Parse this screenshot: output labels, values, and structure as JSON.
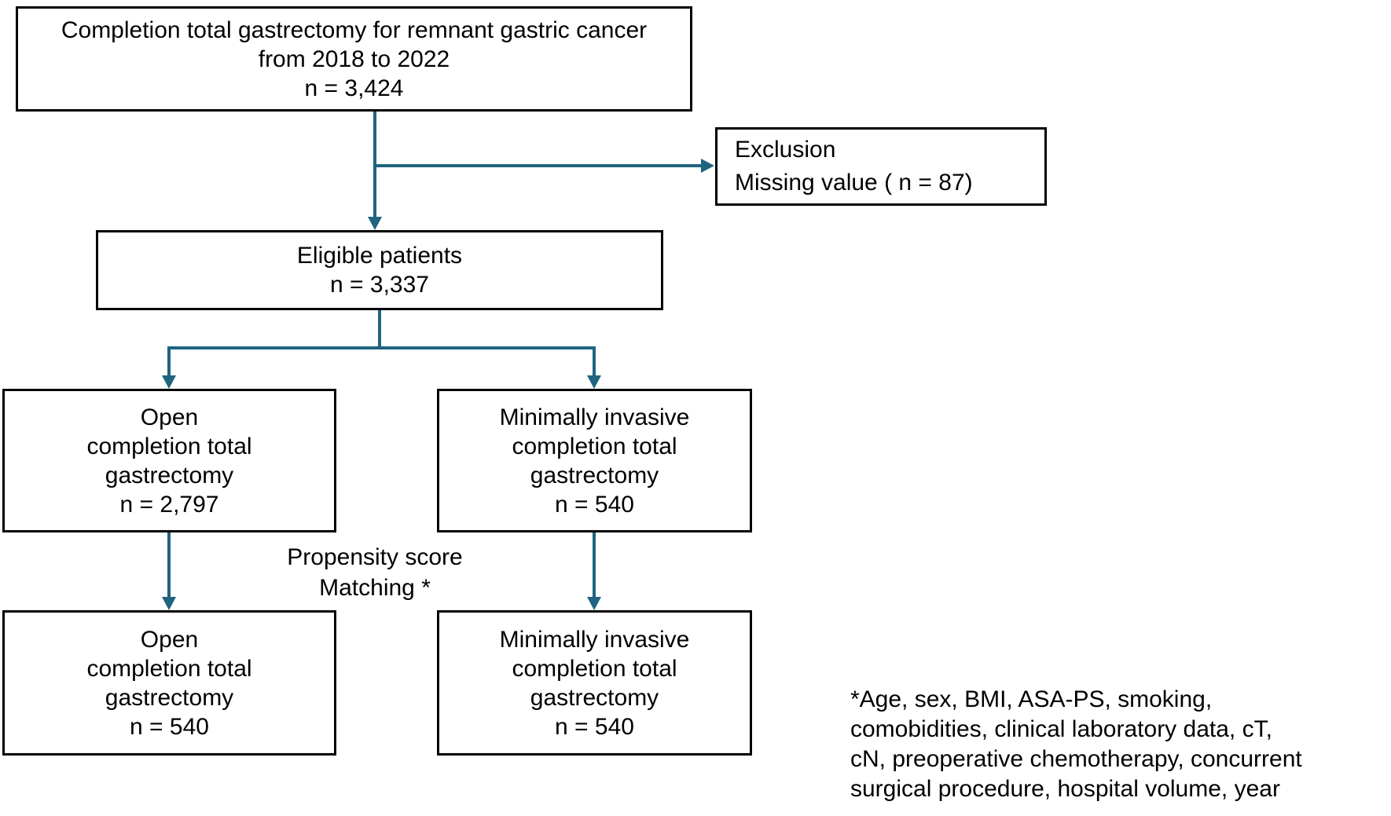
{
  "colors": {
    "arrow": "#1f6480",
    "border": "#000000",
    "background": "#ffffff",
    "text": "#000000"
  },
  "flowchart": {
    "boxes": {
      "source": {
        "line1": "Completion total gastrectomy for remnant gastric cancer",
        "line2": "from 2018 to 2022",
        "line3": "n = 3,424"
      },
      "exclusion": {
        "line1": "Exclusion",
        "line2": "Missing value ( n = 87)"
      },
      "eligible": {
        "line1": "Eligible patients",
        "line2": "n = 3,337"
      },
      "open_pre": {
        "line1": "Open",
        "line2": "completion total",
        "line3": "gastrectomy",
        "line4": "n = 2,797"
      },
      "mis_pre": {
        "line1": "Minimally invasive",
        "line2": "completion total",
        "line3": "gastrectomy",
        "line4": "n = 540"
      },
      "open_post": {
        "line1": "Open",
        "line2": "completion total",
        "line3": "gastrectomy",
        "line4": "n = 540"
      },
      "mis_post": {
        "line1": "Minimally invasive",
        "line2": "completion total",
        "line3": "gastrectomy",
        "line4": "n = 540"
      }
    },
    "labels": {
      "matching_line1": "Propensity score",
      "matching_line2": "Matching *",
      "footnote_line1": "*Age, sex, BMI, ASA-PS, smoking,",
      "footnote_line2": "comobidities, clinical laboratory data, cT,",
      "footnote_line3": "cN, preoperative chemotherapy, concurrent",
      "footnote_line4": "surgical procedure, hospital volume, year"
    }
  }
}
